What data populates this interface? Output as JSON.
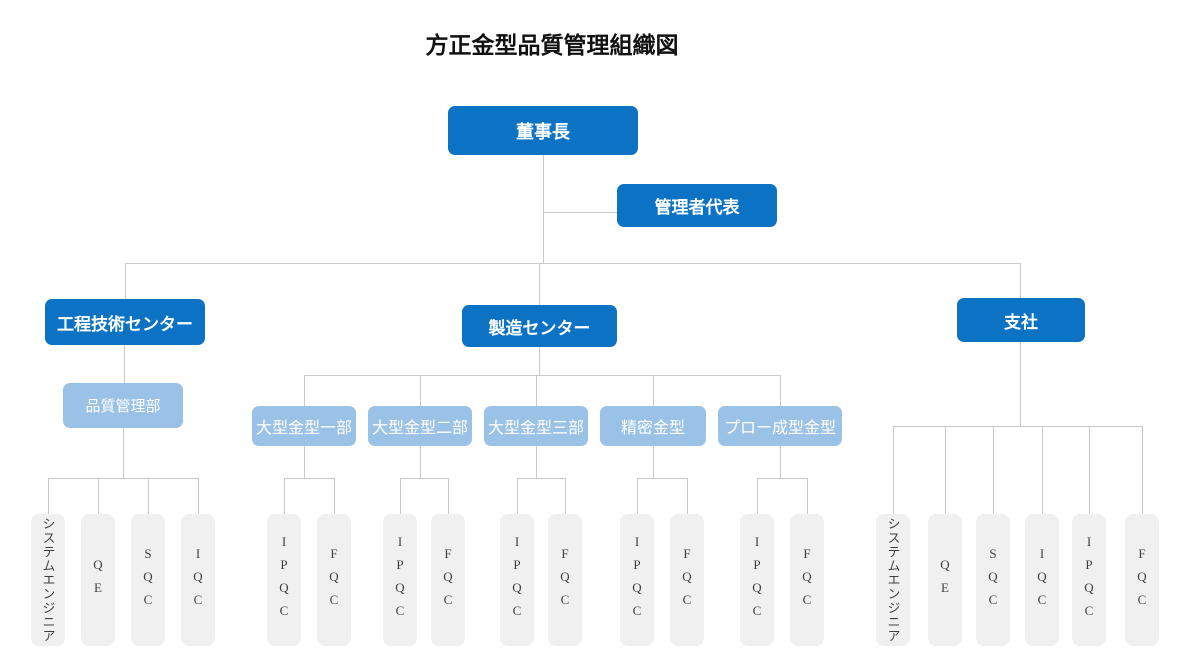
{
  "title": "方正金型品質管理組織図",
  "org": {
    "chairman": {
      "label": "董事長"
    },
    "management_rep": {
      "label": "管理者代表"
    },
    "branches": [
      {
        "label": "工程技術センター",
        "department": {
          "label": "品質管理部"
        },
        "teams": [
          "システムエンジニア",
          "QE",
          "SQC",
          "IQC"
        ]
      },
      {
        "label": "製造センター",
        "departments": [
          {
            "label": "大型金型一部",
            "teams": [
              "IPQC",
              "FQC"
            ]
          },
          {
            "label": "大型金型二部",
            "teams": [
              "IPQC",
              "FQC"
            ]
          },
          {
            "label": "大型金型三部",
            "teams": [
              "IPQC",
              "FQC"
            ]
          },
          {
            "label": "精密金型",
            "teams": [
              "IPQC",
              "FQC"
            ]
          },
          {
            "label": "プロー成型金型",
            "teams": [
              "IPQC",
              "FQC"
            ]
          }
        ]
      },
      {
        "label": "支社",
        "teams": [
          "システムエンジニア",
          "QE",
          "SQC",
          "IQC",
          "IPQC",
          "FQC"
        ]
      }
    ]
  },
  "colors": {
    "primary_box": "#0b72c4",
    "secondary_box": "#9ac2e6",
    "team_box": "#f0f0f0",
    "connector_line": "#c9c9c9",
    "box_text": "#ffffff",
    "team_text": "#3f3f3f",
    "title_text": "#111111"
  }
}
